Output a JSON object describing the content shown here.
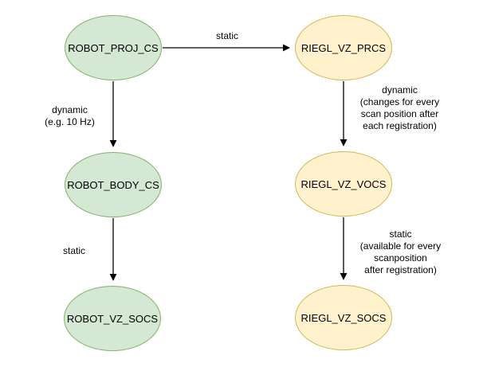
{
  "diagram": {
    "background_color": "#ffffff",
    "text_color": "#000000",
    "arrow_color": "#000000",
    "themes": {
      "green_fill": "#d5e8d4",
      "green_border": "#82b366",
      "yellow_fill": "#fff2cc",
      "yellow_border": "#d6b656"
    },
    "nodes": [
      {
        "id": "robot_proj_cs",
        "label": "ROBOT_PROJ_CS",
        "theme": "green",
        "fill": "#d5e8d4",
        "border": "#82b366"
      },
      {
        "id": "riegl_vz_prcs",
        "label": "RIEGL_VZ_PRCS",
        "theme": "yellow",
        "fill": "#fff2cc",
        "border": "#d6b656"
      },
      {
        "id": "robot_body_cs",
        "label": "ROBOT_BODY_CS",
        "theme": "green",
        "fill": "#d5e8d4",
        "border": "#82b366"
      },
      {
        "id": "riegl_vz_vocs",
        "label": "RIEGL_VZ_VOCS",
        "theme": "yellow",
        "fill": "#fff2cc",
        "border": "#d6b656"
      },
      {
        "id": "robot_vz_socs",
        "label": "ROBOT_VZ_SOCS",
        "theme": "green",
        "fill": "#d5e8d4",
        "border": "#82b366"
      },
      {
        "id": "riegl_vz_socs",
        "label": "RIEGL_VZ_SOCS",
        "theme": "yellow",
        "fill": "#fff2cc",
        "border": "#d6b656"
      }
    ],
    "edges": [
      {
        "from": "robot_proj_cs",
        "to": "riegl_vz_prcs",
        "lines": [
          "static"
        ]
      },
      {
        "from": "robot_proj_cs",
        "to": "robot_body_cs",
        "lines": [
          "dynamic",
          "(e.g. 10 Hz)"
        ]
      },
      {
        "from": "riegl_vz_prcs",
        "to": "riegl_vz_vocs",
        "lines": [
          "dynamic",
          "(changes for every",
          "scan position after",
          "each registration)"
        ]
      },
      {
        "from": "robot_body_cs",
        "to": "robot_vz_socs",
        "lines": [
          "static"
        ]
      },
      {
        "from": "riegl_vz_vocs",
        "to": "riegl_vz_socs",
        "lines": [
          "static",
          "(available for every",
          "scanposition",
          "after registration)"
        ]
      }
    ]
  }
}
